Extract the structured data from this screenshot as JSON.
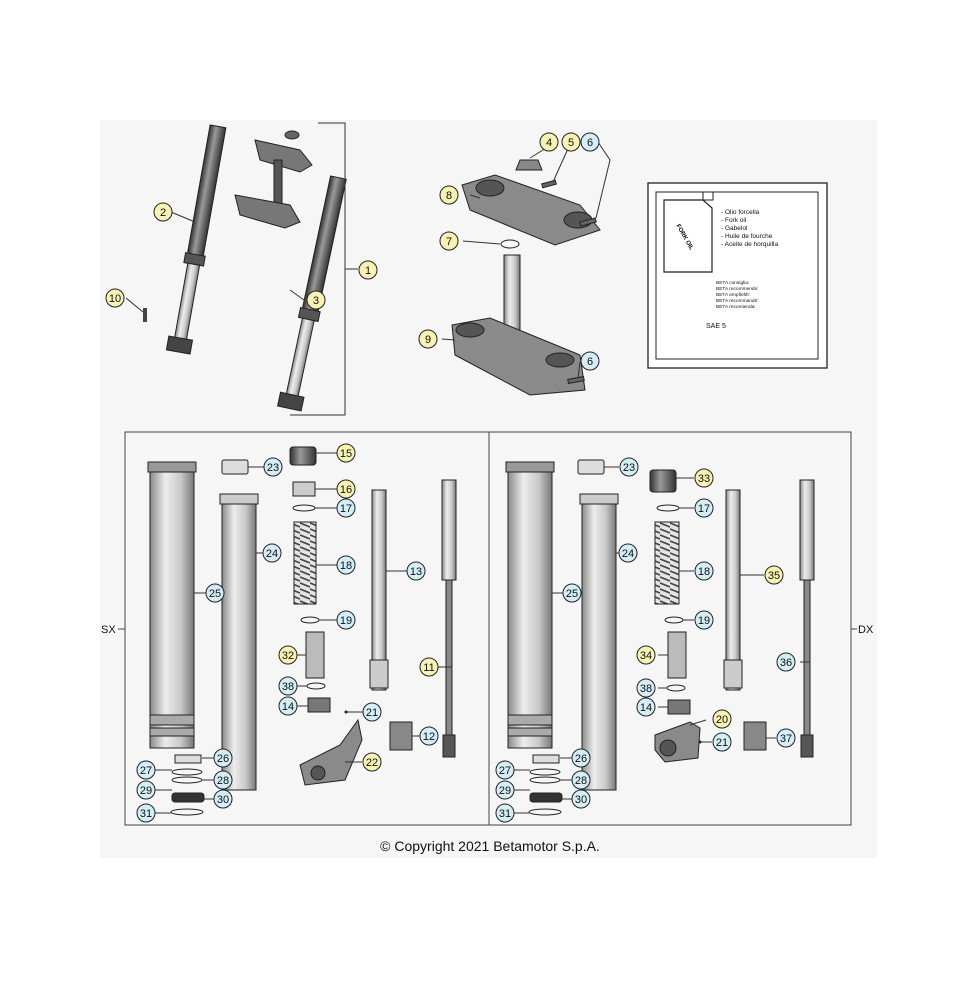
{
  "callouts_top": [
    {
      "label": "1",
      "style": "yellow"
    },
    {
      "label": "2",
      "style": "yellow"
    },
    {
      "label": "3",
      "style": "yellow"
    },
    {
      "label": "10",
      "style": "yellow"
    },
    {
      "label": "4",
      "style": "yellow"
    },
    {
      "label": "5",
      "style": "yellow"
    },
    {
      "label": "6",
      "style": "blue"
    },
    {
      "label": "8",
      "style": "yellow"
    },
    {
      "label": "7",
      "style": "yellow"
    },
    {
      "label": "9",
      "style": "yellow"
    },
    {
      "label": "6",
      "style": "blue"
    }
  ],
  "oil_box": {
    "can_label": "FORK OIL",
    "names": [
      "- Olio forcella",
      "- Fork oil",
      "- Gabelol",
      "- Huile de fourche",
      "- Aceite de horquilla"
    ],
    "recommend": [
      "BETA consiglia:",
      "BETA recommends:",
      "BETA empfiehlt:",
      "BETA recommandé:",
      "BETA recomienda:"
    ],
    "grade": "SAE 5"
  },
  "side_left": "SX",
  "side_right": "DX",
  "callouts_left": [
    {
      "label": "23",
      "style": "blue"
    },
    {
      "label": "15",
      "style": "yellow"
    },
    {
      "label": "16",
      "style": "yellow"
    },
    {
      "label": "17",
      "style": "blue"
    },
    {
      "label": "18",
      "style": "blue"
    },
    {
      "label": "19",
      "style": "blue"
    },
    {
      "label": "24",
      "style": "blue"
    },
    {
      "label": "25",
      "style": "blue"
    },
    {
      "label": "13",
      "style": "blue"
    },
    {
      "label": "32",
      "style": "yellow"
    },
    {
      "label": "38",
      "style": "blue"
    },
    {
      "label": "14",
      "style": "blue"
    },
    {
      "label": "21",
      "style": "blue"
    },
    {
      "label": "11",
      "style": "yellow"
    },
    {
      "label": "12",
      "style": "blue"
    },
    {
      "label": "22",
      "style": "yellow"
    },
    {
      "label": "26",
      "style": "blue"
    },
    {
      "label": "27",
      "style": "blue"
    },
    {
      "label": "28",
      "style": "blue"
    },
    {
      "label": "29",
      "style": "blue"
    },
    {
      "label": "30",
      "style": "blue"
    },
    {
      "label": "31",
      "style": "blue"
    }
  ],
  "callouts_right": [
    {
      "label": "23",
      "style": "blue"
    },
    {
      "label": "33",
      "style": "yellow"
    },
    {
      "label": "17",
      "style": "blue"
    },
    {
      "label": "24",
      "style": "blue"
    },
    {
      "label": "18",
      "style": "blue"
    },
    {
      "label": "35",
      "style": "yellow"
    },
    {
      "label": "25",
      "style": "blue"
    },
    {
      "label": "19",
      "style": "blue"
    },
    {
      "label": "34",
      "style": "yellow"
    },
    {
      "label": "36",
      "style": "blue"
    },
    {
      "label": "38",
      "style": "blue"
    },
    {
      "label": "14",
      "style": "blue"
    },
    {
      "label": "20",
      "style": "yellow"
    },
    {
      "label": "21",
      "style": "blue"
    },
    {
      "label": "37",
      "style": "blue"
    },
    {
      "label": "26",
      "style": "blue"
    },
    {
      "label": "27",
      "style": "blue"
    },
    {
      "label": "28",
      "style": "blue"
    },
    {
      "label": "29",
      "style": "blue"
    },
    {
      "label": "30",
      "style": "blue"
    },
    {
      "label": "31",
      "style": "blue"
    }
  ],
  "copyright": "© Copyright 2021 Betamotor S.p.A.",
  "colors": {
    "yellow": "#f6f2b2",
    "blue": "#d3eef6",
    "line": "#333333"
  }
}
